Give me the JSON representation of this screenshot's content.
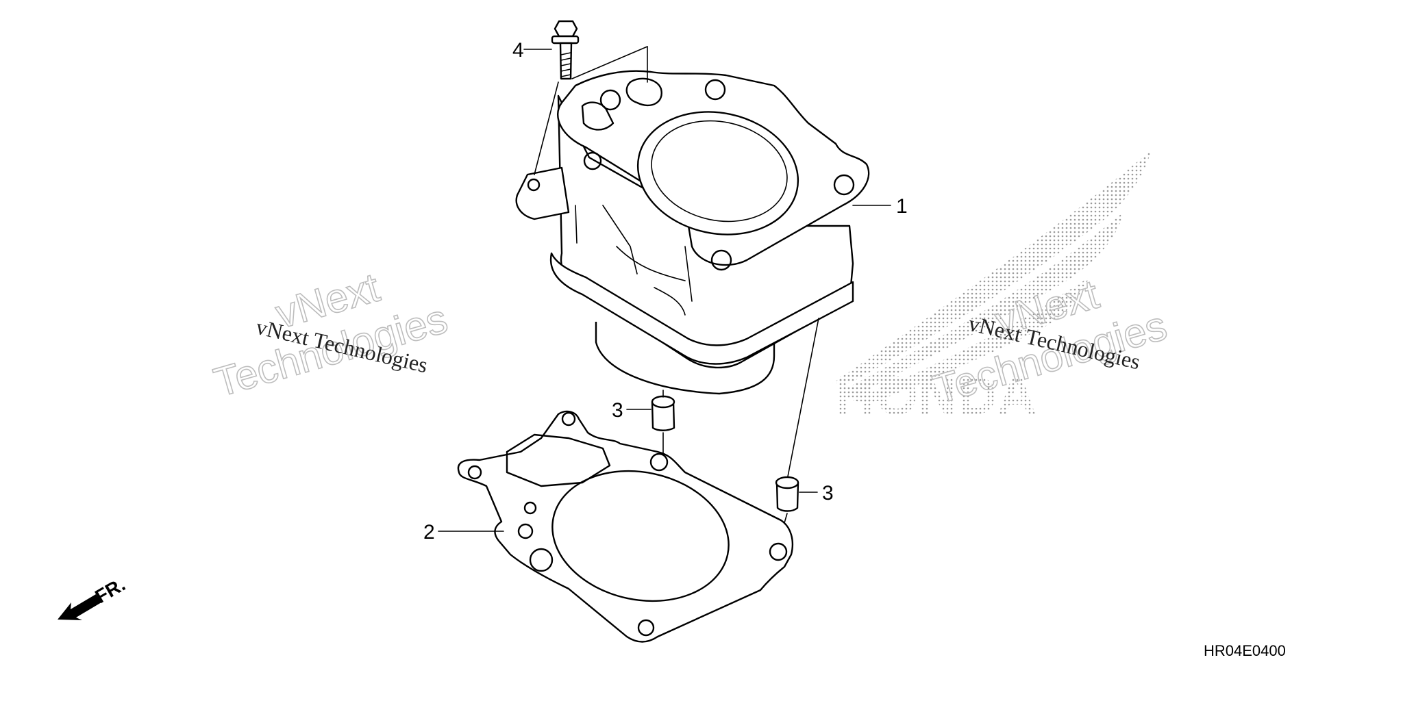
{
  "callouts": {
    "cylinder": "1",
    "gasket": "2",
    "dowel_a": "3",
    "dowel_b": "3",
    "bolt": "4"
  },
  "front_indicator": "FR.",
  "diagram_code": "HR04E0400",
  "watermark": {
    "serif_text": "vNext Technologies",
    "outline_line1": "vNext",
    "outline_line2": "Technologies"
  },
  "brand_logo_text": "HONDA",
  "colors": {
    "line": "#000000",
    "background": "#ffffff",
    "logo_dots": "#9a9a9a",
    "watermark_outline": "#bdbdbd"
  }
}
